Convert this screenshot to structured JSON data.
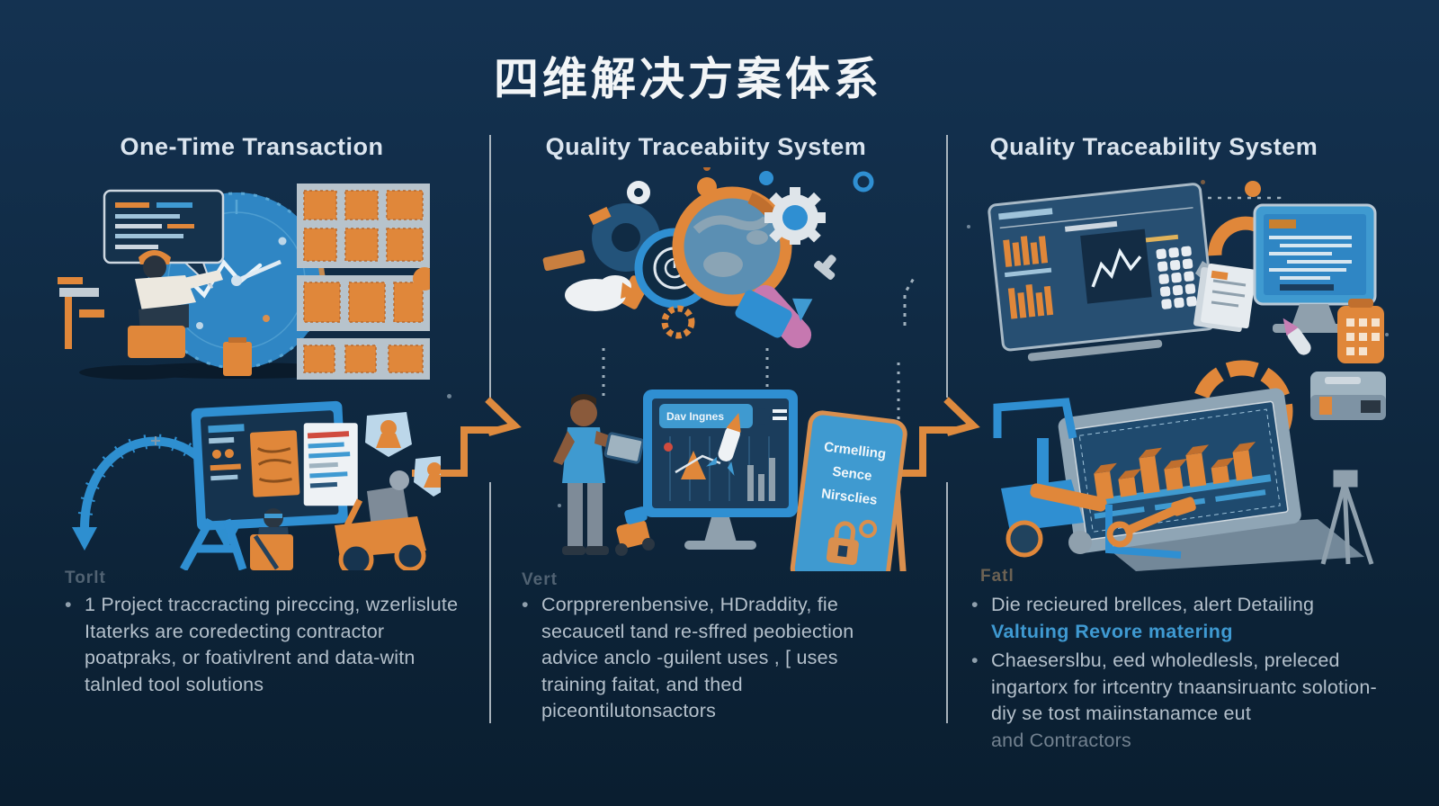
{
  "title": "四维解决方案体系",
  "colors": {
    "background": "#0e2741",
    "accent_orange": "#e0873a",
    "accent_blue": "#2f8fd2",
    "body_text": "#b4c0cb",
    "highlight_blue": "#3f9ad2",
    "divider": "#c3cbd2"
  },
  "columns": [
    {
      "header": "One-Time Transaction",
      "label": "Torlt",
      "bullets": [
        {
          "segments": [
            {
              "text": "1 Project traccracting pireccing, wzerlislute Itaterks are coredecting contractor poatpraks, or foativlrent and data-witn talnled tool solutions"
            }
          ]
        }
      ]
    },
    {
      "header": "Quality Traceabiity System",
      "label": "Vert",
      "bullets": [
        {
          "segments": [
            {
              "text": "Corpprerenbensive, HDraddity, fie secaucetl tand re-sffred peobiection advice anclo -guilent uses , [ uses training faitat, and thed piceontilutonsactors"
            }
          ]
        }
      ],
      "illustration": {
        "monitor_title": "Dav Ingnes",
        "sign_line1": "Crmelling",
        "sign_line2": "Sence",
        "sign_line3": "Nirsclies"
      }
    },
    {
      "header": "Quality Traceability System",
      "label": "Fatl",
      "bullets": [
        {
          "segments": [
            {
              "text": "Die recieured brellces, alert Detailing"
            },
            {
              "text": "Valtuing Revore matering"
            }
          ]
        },
        {
          "segments": [
            {
              "text": "Chaeserslbu, eed wholedlesls, preleced ingartorx for irtcentry tnaansiruantc solotion-diy se tost maiinstanamce eut"
            },
            {
              "text": "and Contractors"
            }
          ]
        }
      ]
    }
  ]
}
